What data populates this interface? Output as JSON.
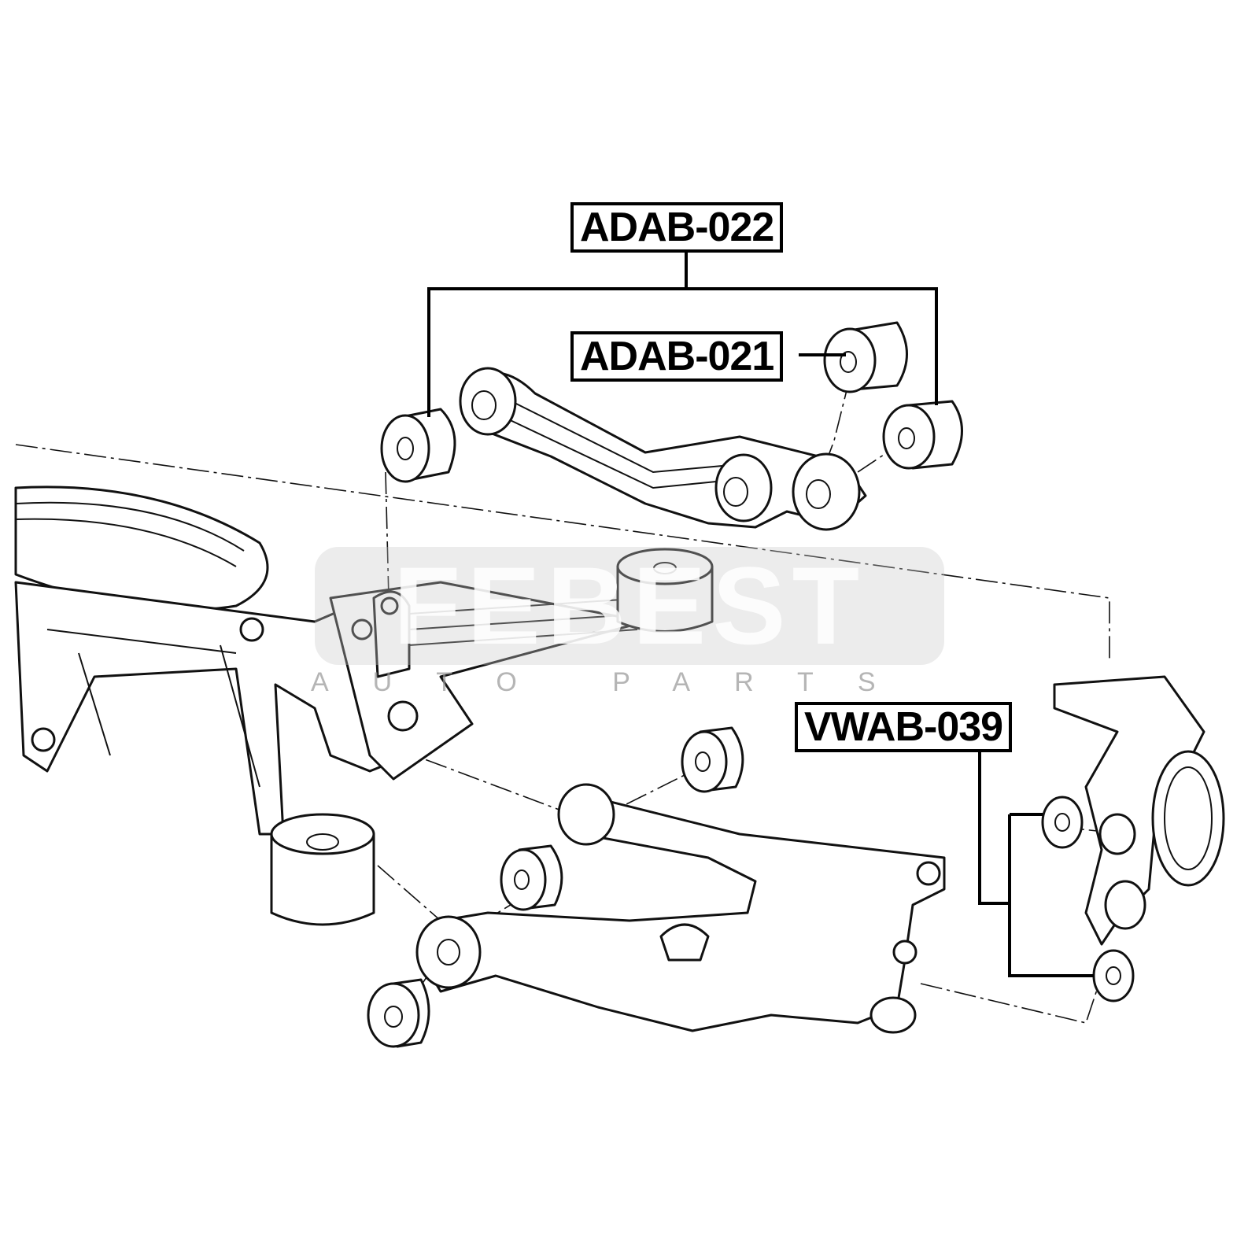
{
  "labels": {
    "top_assembly": "ADAB-022",
    "upper_bushing": "ADAB-021",
    "knuckle_bushing": "VWAB-039"
  },
  "watermark": {
    "brand": "FEBEST",
    "tagline": "AUTO PARTS"
  }
}
